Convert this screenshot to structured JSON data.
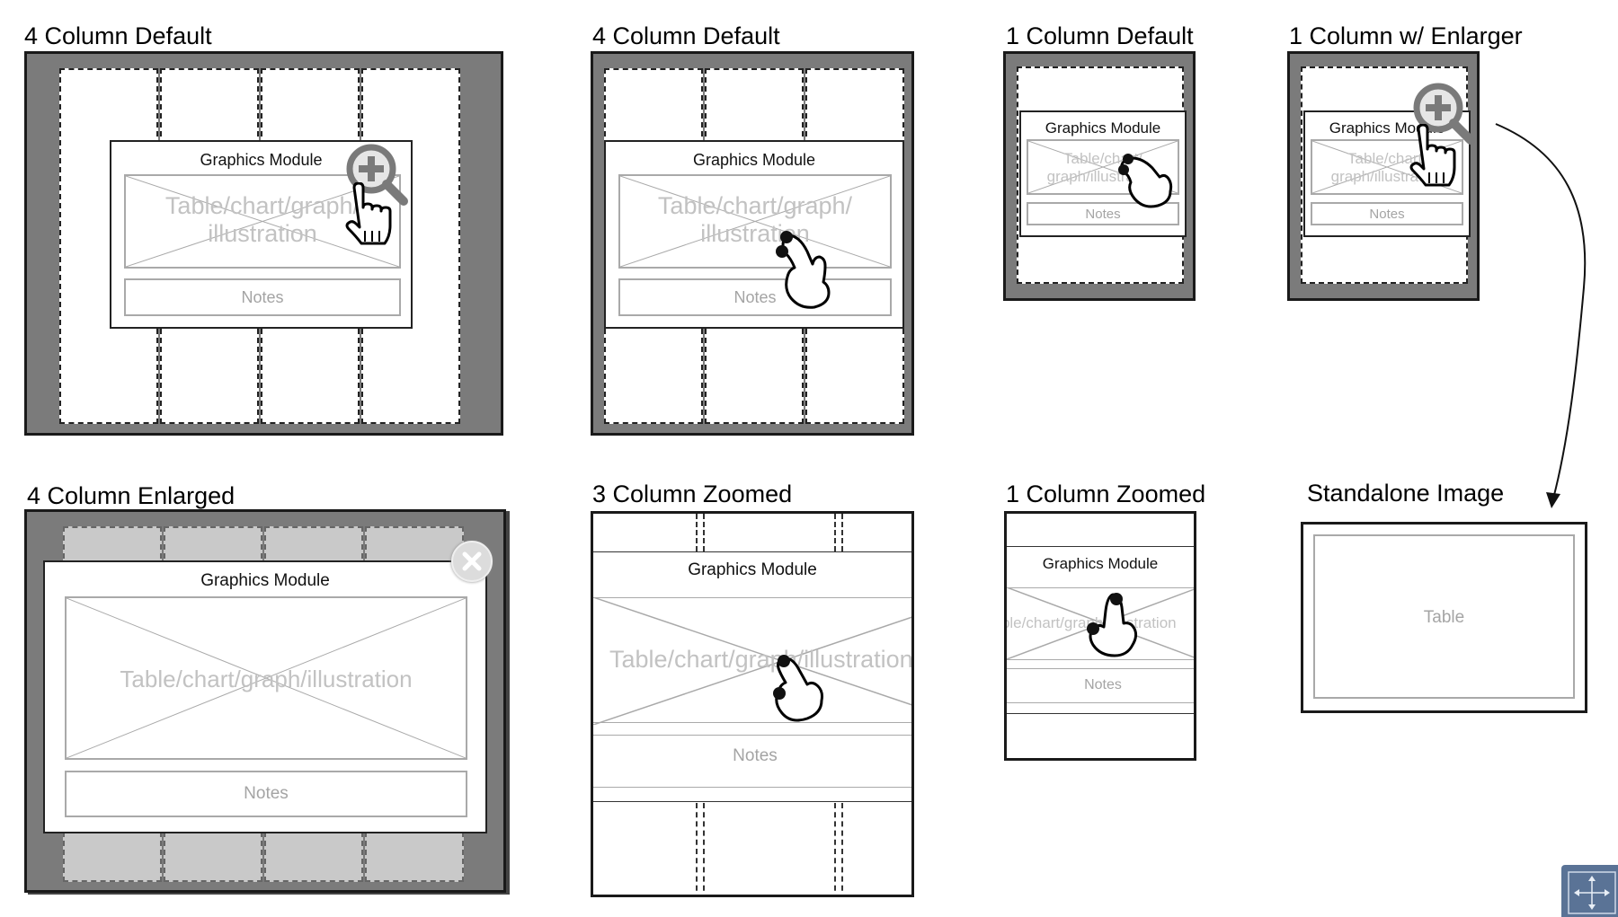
{
  "panels": {
    "p1": {
      "title": "4 Column Default",
      "module_title": "Graphics Module",
      "placeholder": "Table/chart/graph/ illustration",
      "notes": "Notes"
    },
    "p2": {
      "title": "4 Column Default",
      "module_title": "Graphics Module",
      "placeholder": "Table/chart/graph/ illustration",
      "notes": "Notes"
    },
    "p3": {
      "title": "1 Column Default",
      "module_title": "Graphics Module",
      "placeholder": "Table/chart/ graph/illustration",
      "notes": "Notes"
    },
    "p4": {
      "title": "1 Column w/ Enlarger",
      "module_title": "Graphics Module",
      "placeholder": "Table/chart/ graph/illustration",
      "notes": "Notes"
    },
    "p5": {
      "title": "4 Column Enlarged",
      "module_title": "Graphics Module",
      "placeholder": "Table/chart/graph/illustration",
      "notes": "Notes"
    },
    "p6": {
      "title": "3 Column Zoomed",
      "module_title": "Graphics Module",
      "placeholder": "Table/chart/graph/illustration",
      "notes": "Notes"
    },
    "p7": {
      "title": "1 Column Zoomed",
      "module_title": "Graphics Module",
      "placeholder": "Table/chart/graph/illustration",
      "notes": "Notes"
    },
    "p8": {
      "title": "Standalone Image",
      "content": "Table"
    }
  },
  "icons": {
    "zoom": "zoom-in-magnifier-icon",
    "hand": "pointer-hand-icon",
    "gesture": "pinch-gesture-icon",
    "close": "close-icon",
    "fullscreen": "fullscreen-icon"
  },
  "colors": {
    "frame_fill": "#7b7b7b",
    "placeholder_line": "#a9a9a9",
    "placeholder_text": "#c2c2c2",
    "corner_button": "#5a7396"
  }
}
